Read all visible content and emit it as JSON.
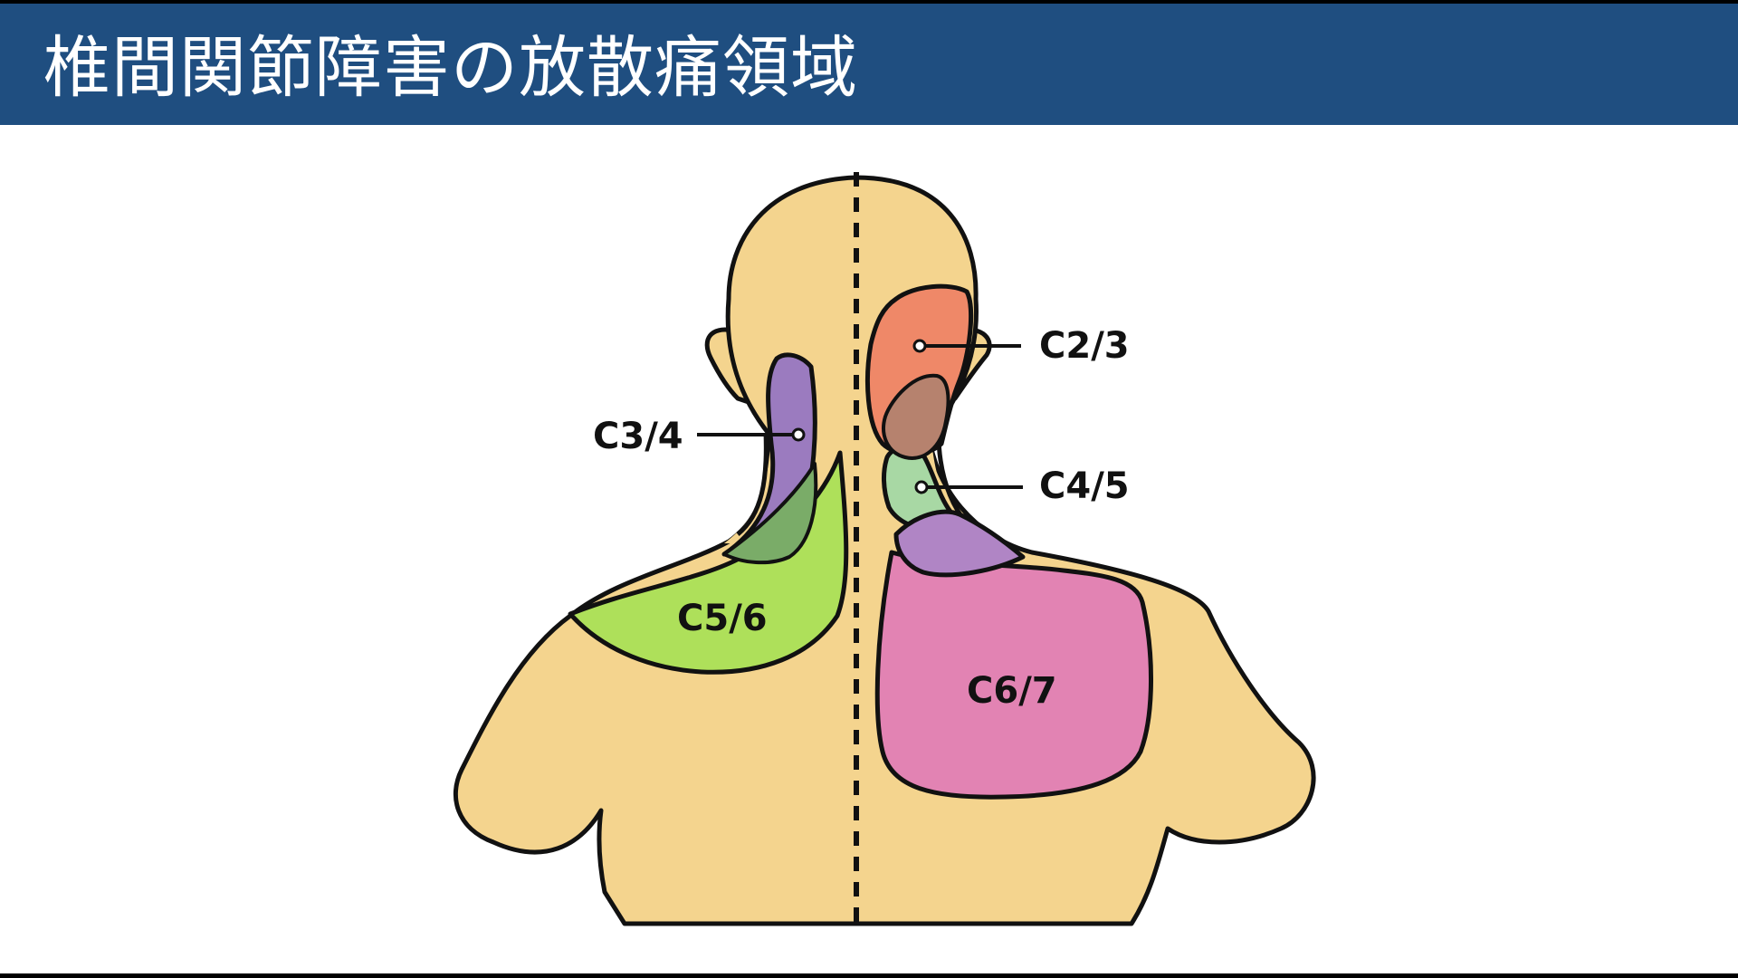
{
  "slide": {
    "title": "椎間関節障害の放散痛領域"
  },
  "regions": [
    {
      "id": "c23",
      "label": "C2/3",
      "color": "#e8735a"
    },
    {
      "id": "c34",
      "label": "C3/4",
      "color": "#9b7bbf"
    },
    {
      "id": "c45",
      "label": "C4/5",
      "color": "#9fd39a"
    },
    {
      "id": "c56",
      "label": "C5/6",
      "color": "#aee05a"
    },
    {
      "id": "c67",
      "label": "C6/7",
      "color": "#e283b3"
    }
  ],
  "colors": {
    "header": "#1f4e80",
    "skin": "#f4d48e",
    "outline": "#111111"
  }
}
